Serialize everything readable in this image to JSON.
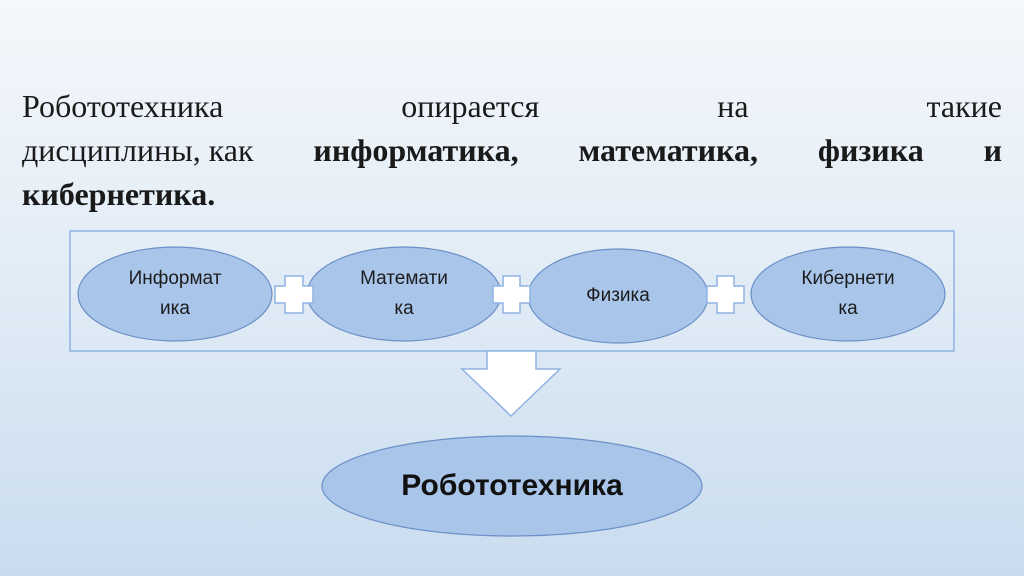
{
  "intro": {
    "line1_words": [
      "Робототехника",
      "опирается",
      "на",
      "такие"
    ],
    "line2_prefix": "дисциплины, как",
    "line2_bold": [
      "информатика,",
      "математика,",
      "физика",
      "и"
    ],
    "line3_bold": "кибернетика."
  },
  "disciplines": [
    {
      "line1": "Информат",
      "line2": "ика"
    },
    {
      "line1": "Математи",
      "line2": "ка"
    },
    {
      "line1": "Физика",
      "line2": ""
    },
    {
      "line1": "Кибернети",
      "line2": "ка"
    }
  ],
  "result": {
    "label": "Робототехника"
  },
  "colors": {
    "ellipse_fill": "#a9c5e9",
    "ellipse_stroke": "#6b8fc7",
    "frame_stroke": "#8fb3e3",
    "plus_fill": "#ffffff",
    "plus_stroke": "#8fb3e3"
  }
}
